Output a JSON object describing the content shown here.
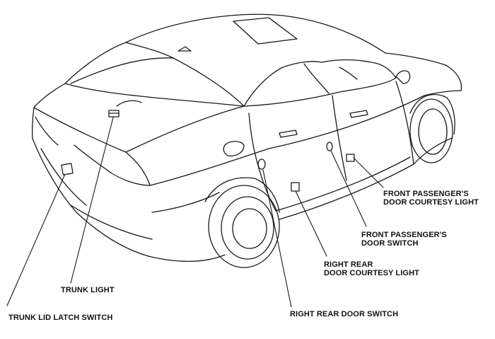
{
  "diagram": {
    "labels": {
      "trunk_light": "TRUNK LIGHT",
      "trunk_lid_latch_switch": "TRUNK LID LATCH SWITCH",
      "right_rear_door_switch": "RIGHT REAR DOOR SWITCH",
      "right_rear_door_courtesy_light": [
        "RIGHT REAR",
        "DOOR COURTESY LIGHT"
      ],
      "front_passenger_door_switch": [
        "FRONT PASSENGER'S",
        "DOOR SWITCH"
      ],
      "front_passenger_door_courtesy_light": [
        "FRONT PASSENGER'S",
        "DOOR COURTESY LIGHT"
      ]
    }
  }
}
